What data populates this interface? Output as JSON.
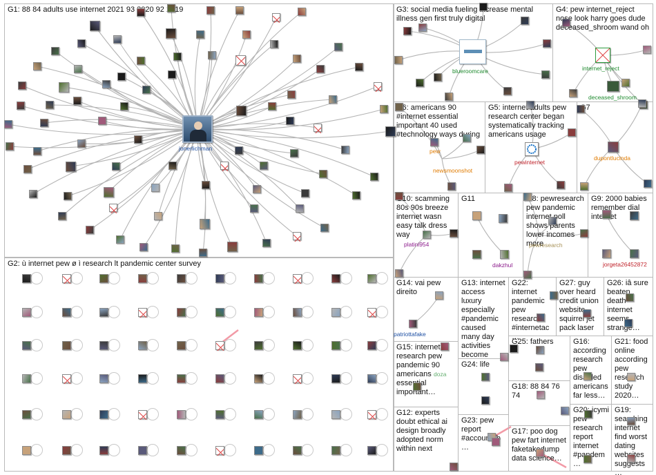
{
  "panels": [
    {
      "id": "G1",
      "title": "G1: 88 84 adults use internet 2021 93 2020 92 2019"
    },
    {
      "id": "G2",
      "title": "G2: ù internet pew ø ì research lt pandemic center survey"
    },
    {
      "id": "G3",
      "title": "G3: social media fueling increase mental illness gen first truly digital"
    },
    {
      "id": "G4",
      "title": "G4: pew internet_reject nose look harry goes dude deceased_shroom wand oh"
    },
    {
      "id": "G6",
      "title": "G6: americans 90 #internet essential important 40 used #technology ways during"
    },
    {
      "id": "G5",
      "title": "G5: internet adults pew research center began systematically tracking americans usage"
    },
    {
      "id": "G7",
      "title": "G7"
    },
    {
      "id": "G10",
      "title": "G10: scamming 80s 90s breeze internet wasn easy talk dress way"
    },
    {
      "id": "G11",
      "title": "G11"
    },
    {
      "id": "G8",
      "title": "G8: pewresearch pew pandemic internet poll shows parents lower incomes more"
    },
    {
      "id": "G9",
      "title": "G9: 2000 babies remember dial internet"
    },
    {
      "id": "G14",
      "title": "G14: vai pew direito"
    },
    {
      "id": "G13",
      "title": "G13: internet access luxury especially #pandemic caused many day activities become"
    },
    {
      "id": "G22",
      "title": "G22: internet pandemic pew research #internetac…"
    },
    {
      "id": "G27",
      "title": "G27: guy over heard credit union website squirrel jet pack laser"
    },
    {
      "id": "G26",
      "title": "G26: iâ sure beaten death internet seems strange…"
    },
    {
      "id": "G25",
      "title": "G25: fathers"
    },
    {
      "id": "G16",
      "title": "G16: according research pew disabled americans far less…"
    },
    {
      "id": "G21",
      "title": "G21: food online according pew research study 2020…"
    },
    {
      "id": "G15",
      "title": "G15: internet research pew pandemic 90 americans essential important…"
    },
    {
      "id": "G24",
      "title": "G24: life"
    },
    {
      "id": "G18",
      "title": "G18: 88 84 76 74"
    },
    {
      "id": "G20",
      "title": "G20: icymi pew research report internet #pandem…"
    },
    {
      "id": "G19",
      "title": "G19: searching internet find worst dating websites suggests…"
    },
    {
      "id": "G12",
      "title": "G12: experts doubt ethical ai design broadly adopted norm within next"
    },
    {
      "id": "G23",
      "title": "G23: pew report #accountab…"
    },
    {
      "id": "G17",
      "title": "G17: poo dog pew fart internet faketakedump data science…"
    }
  ],
  "labels": {
    "hub": "jonerlichman",
    "blueroomcare": "blueroomcare",
    "internet_reject": "internet_reject",
    "deceased_shroom": "deceased_shroom",
    "pew": "pew",
    "newsmoonshot": "newsmoonshot",
    "pewinternet": "pewinternet",
    "dupontlucinda": "dupontlucinda",
    "platini954": "platini954",
    "dakzhul": "dakzhul",
    "pewresearch": "pewresearch",
    "jorgeta": "jorgeta26452872",
    "patriottafake": "patriottafake",
    "doza": "doza"
  },
  "colors": {
    "edge": "#b4b4b4",
    "panel_border": "#b9b9b9",
    "label_blue": "#1d4fa3",
    "label_green": "#1e8a2e",
    "label_orange": "#e07b00",
    "label_red": "#c0232b",
    "label_purple": "#8b1a8b",
    "label_brown": "#8a6d1f",
    "highlight_edge": "#f29aa6"
  }
}
